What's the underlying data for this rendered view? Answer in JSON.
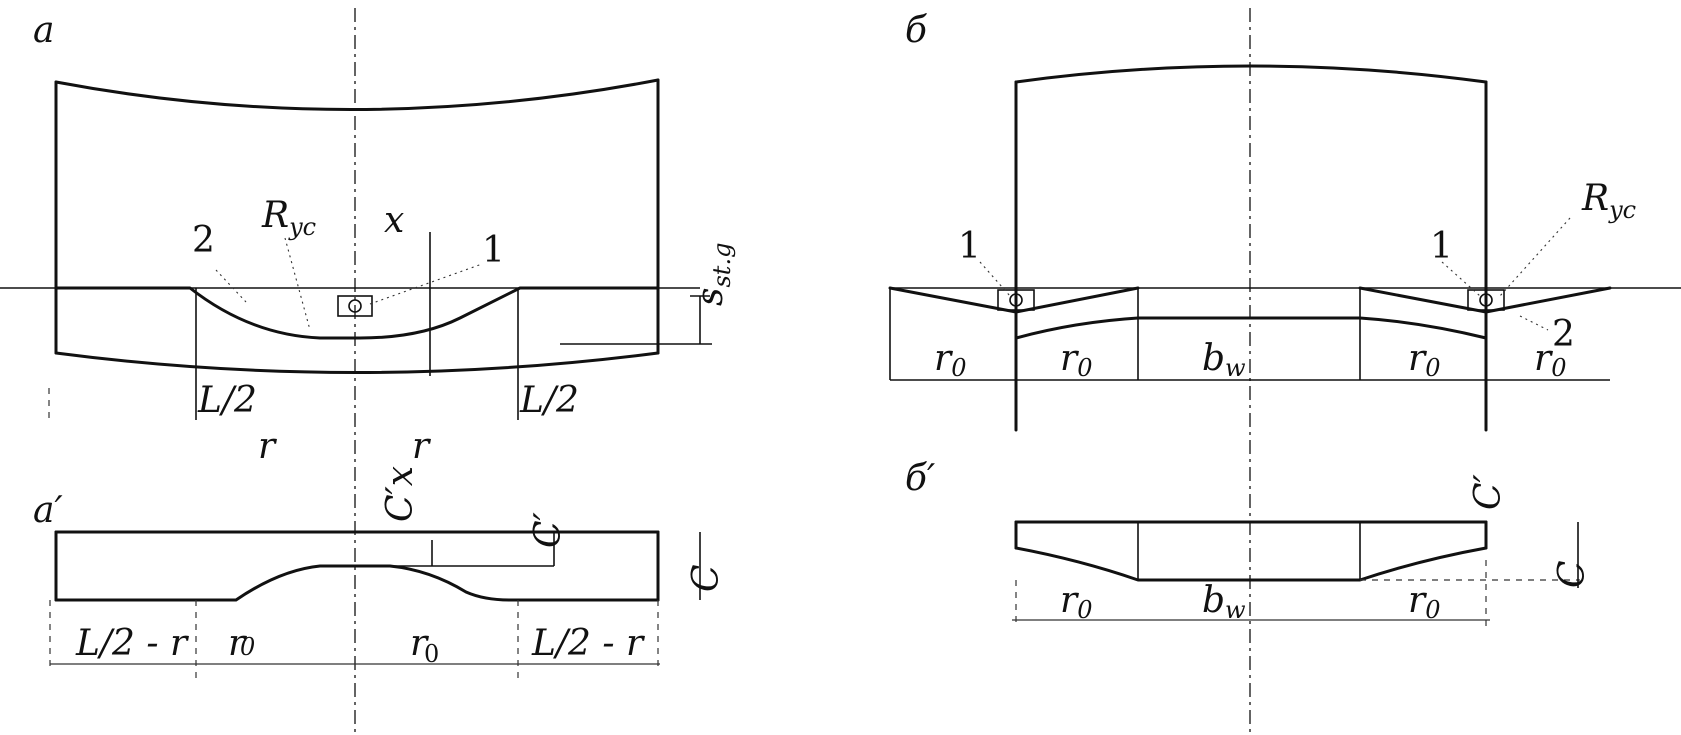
{
  "panels": {
    "a": "a",
    "b": "б",
    "a_prime": "a′",
    "b_prime": "б′"
  },
  "callouts": {
    "one": "1",
    "two": "2"
  },
  "labels": {
    "R": "R",
    "R_sub": "yc",
    "x": "x",
    "s": "s",
    "s_sub": "st.g",
    "L_half": "L/2",
    "r": "r",
    "C": "C",
    "C_prime": "C′",
    "C_prime_x": "C′x",
    "r0": "r",
    "r0_sub": "0",
    "b": "b",
    "b_sub": "w",
    "L_half_minus_r": "L/2 - r"
  }
}
